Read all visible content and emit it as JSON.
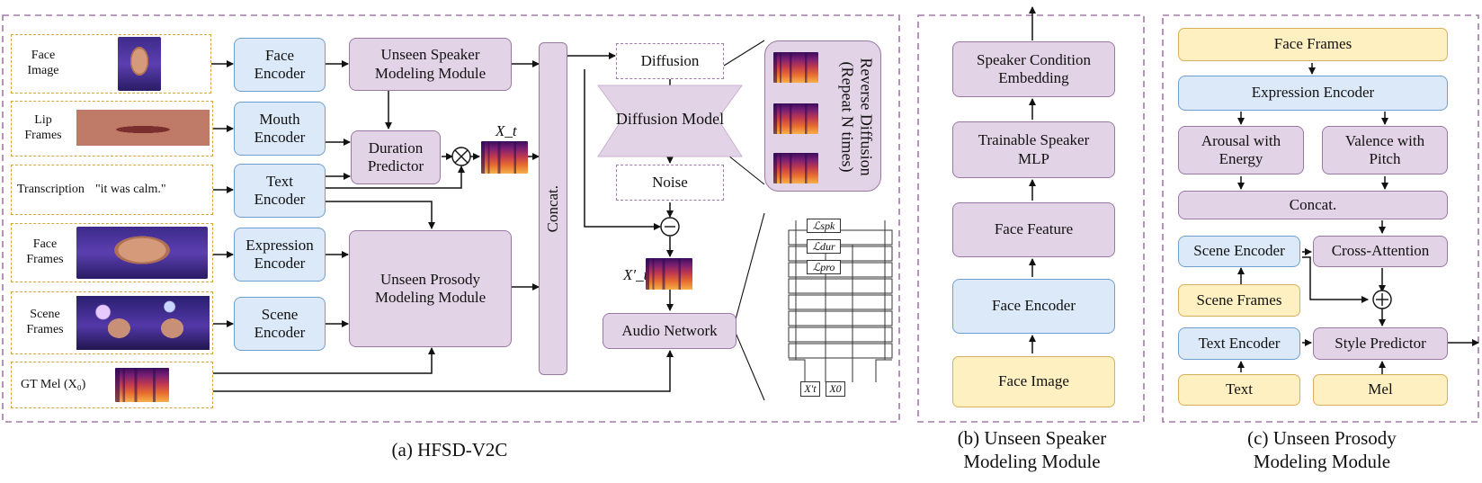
{
  "panel_a": {
    "caption": "(a) HFSD-V2C",
    "inputs": {
      "face_image": "Face\nImage",
      "lip_frames": "Lip\nFrames",
      "transcription_label": "Transcription",
      "transcription_text": "\"it was calm.\"",
      "face_frames": "Face\nFrames",
      "scene_frames": "Scene\nFrames",
      "gt_mel": "GT Mel (X₀)"
    },
    "encoders": {
      "face": "Face\nEncoder",
      "mouth": "Mouth\nEncoder",
      "text": "Text\nEncoder",
      "expression": "Expression\nEncoder",
      "scene": "Scene\nEncoder"
    },
    "speaker_module": "Unseen Speaker\nModeling Module",
    "duration_predictor": "Duration\nPredictor",
    "prosody_module": "Unseen Prosody\nModeling Module",
    "concat": "Concat.",
    "xt_label": "X_t",
    "xt_prime_label": "X′_t",
    "diffusion": "Diffusion",
    "diffusion_model": "Diffusion Model",
    "noise": "Noise",
    "audio_network": "Audio Network",
    "reverse_diffusion": "Reverse Diffusion\n(Repeat N times)",
    "losses": [
      "ℒspk",
      "ℒdur",
      "ℒpro"
    ],
    "network_inputs": [
      "X′t",
      "X0"
    ]
  },
  "panel_b": {
    "caption": "(b) Unseen Speaker\nModeling Module",
    "speaker_condition": "Speaker Condition\nEmbedding",
    "trainable_mlp": "Trainable Speaker\nMLP",
    "face_feature": "Face Feature",
    "face_encoder": "Face Encoder",
    "face_image": "Face Image"
  },
  "panel_c": {
    "caption": "(c) Unseen Prosody\nModeling Module",
    "face_frames": "Face Frames",
    "expression_encoder": "Expression Encoder",
    "arousal": "Arousal with\nEnergy",
    "valence": "Valence with\nPitch",
    "concat": "Concat.",
    "scene_encoder": "Scene Encoder",
    "cross_attention": "Cross-Attention",
    "scene_frames": "Scene Frames",
    "text_encoder": "Text Encoder",
    "style_predictor": "Style Predictor",
    "text": "Text",
    "mel": "Mel"
  },
  "colors": {
    "encoder_fill": "#dbe9f8",
    "module_fill": "#e3d3e6",
    "input_fill": "#fff0c2",
    "panel_border": "#a07aaa",
    "input_border": "#d4a63e"
  }
}
